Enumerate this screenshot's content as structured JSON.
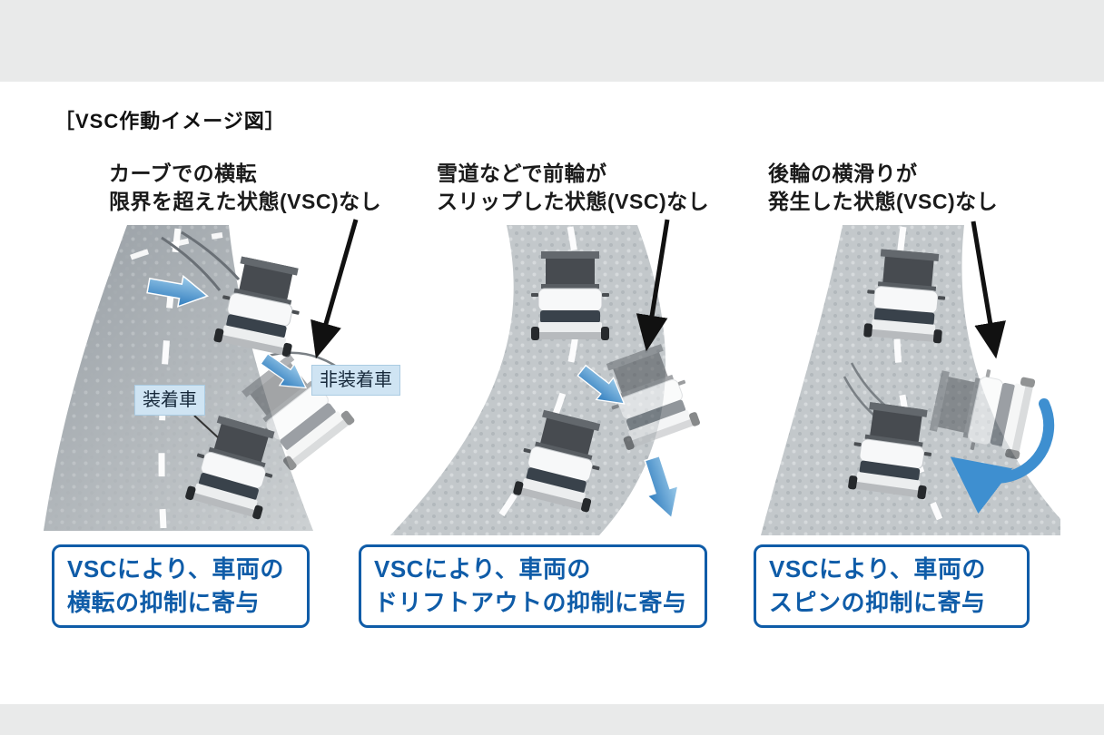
{
  "title": "［VSC作動イメージ図］",
  "panels": [
    {
      "caption": [
        "カーブでの横転",
        "限界を超えた状態(VSC)なし"
      ],
      "result": [
        "VSCにより、車両の",
        "横転の抑制に寄与"
      ]
    },
    {
      "caption": [
        "雪道などで前輪が",
        "スリップした状態(VSC)なし"
      ],
      "result": [
        "VSCにより、車両の",
        "ドリフトアウトの抑制に寄与"
      ]
    },
    {
      "caption": [
        "後輪の横滑りが",
        "発生した状態(VSC)なし"
      ],
      "result": [
        "VSCにより、車両の",
        "スピンの抑制に寄与"
      ]
    }
  ],
  "vehicle_labels": {
    "equipped": "装着車",
    "not_equipped": "非装着車"
  },
  "colors": {
    "accent_blue": "#0f5ca8",
    "arrow_blue": "#3e8fd0",
    "label_bg": "#cfe4f3",
    "road_gray": "#c2c7ca",
    "frame_gray": "#e9eaea"
  }
}
